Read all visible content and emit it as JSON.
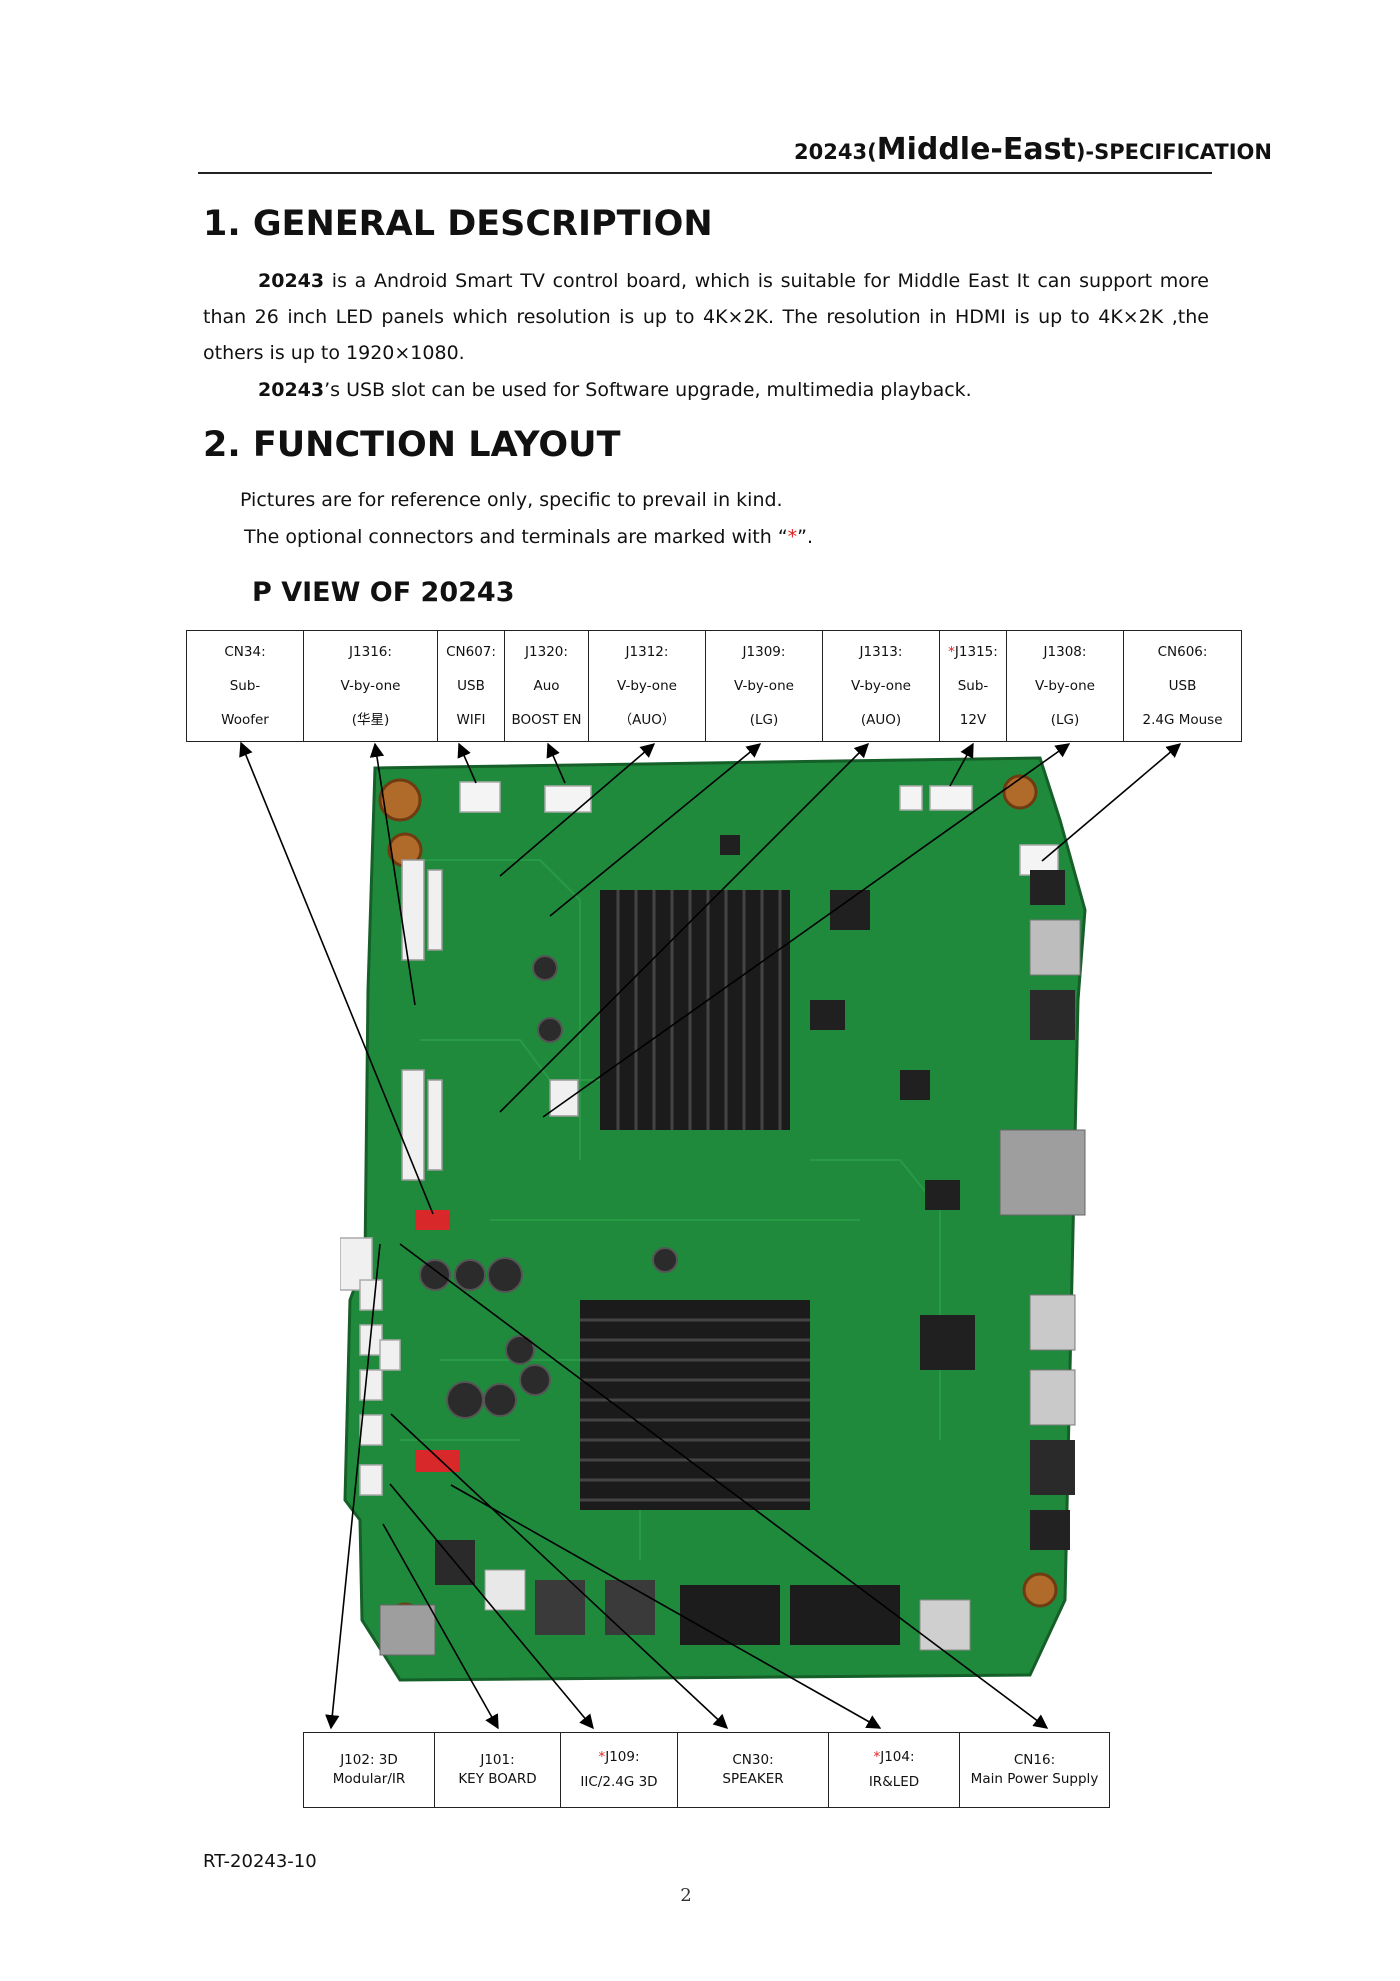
{
  "header": {
    "model": "20243(",
    "region": "Middle-East",
    "suffix": ")-SPECIFICATION"
  },
  "section1": {
    "title": "1. GENERAL DESCRIPTION",
    "p1_model": "20243",
    "p1_text": " is a Android Smart TV control board, which is suitable for Middle East It can support more than 26 inch LED panels which resolution is up to 4K×2K. The resolution in HDMI is up to 4K×2K ,the others is up to 1920×1080.",
    "p2_model": "20243",
    "p2_text": "’s USB slot can be used for Software upgrade, multimedia playback."
  },
  "section2": {
    "title": "2. FUNCTION LAYOUT",
    "note1": "Pictures are for reference only, specific to prevail in kind.",
    "note2_before": "The optional connectors and terminals are marked with “",
    "note2_star": "*",
    "note2_after": "”.",
    "view_title": "P VIEW OF 20243"
  },
  "top_connectors": [
    {
      "star": "",
      "id": "CN34:",
      "line2": "Sub-",
      "line3": "Woofer"
    },
    {
      "star": "",
      "id": "J1316:",
      "line2": "V-by-one",
      "line3": "(华星)"
    },
    {
      "star": "",
      "id": "CN607:",
      "line2": "USB",
      "line3": "WIFI"
    },
    {
      "star": "",
      "id": "J1320:",
      "line2": "Auo",
      "line3": "BOOST EN"
    },
    {
      "star": "",
      "id": "J1312:",
      "line2": "V-by-one",
      "line3": "（AUO）"
    },
    {
      "star": "",
      "id": "J1309:",
      "line2": "V-by-one",
      "line3": "(LG)"
    },
    {
      "star": "",
      "id": "J1313:",
      "line2": "V-by-one",
      "line3": "(AUO)"
    },
    {
      "star": "*",
      "id": "J1315:",
      "line2": "Sub-",
      "line3": "12V"
    },
    {
      "star": "",
      "id": "J1308:",
      "line2": "V-by-one",
      "line3": "(LG)"
    },
    {
      "star": "",
      "id": "CN606:",
      "line2": "USB",
      "line3": "2.4G Mouse"
    }
  ],
  "bottom_connectors": [
    {
      "star": "",
      "id": "J102: 3D",
      "line2": "Modular/IR"
    },
    {
      "star": "",
      "id": "J101:",
      "line2": "KEY BOARD"
    },
    {
      "star": "*",
      "id": "J109:",
      "line2": "IIC/2.4G 3D"
    },
    {
      "star": "",
      "id": "CN30:",
      "line2": "SPEAKER"
    },
    {
      "star": "*",
      "id": "J104:",
      "line2": "IR&LED"
    },
    {
      "star": "",
      "id": "CN16:",
      "line2": "Main Power Supply"
    }
  ],
  "footer": {
    "doc_code": "RT-20243-10",
    "page_number": "2"
  },
  "colors": {
    "board_green": "#1f8a3c",
    "heatsink": "#1b1b1b",
    "optional_marker": "#e0201e"
  }
}
